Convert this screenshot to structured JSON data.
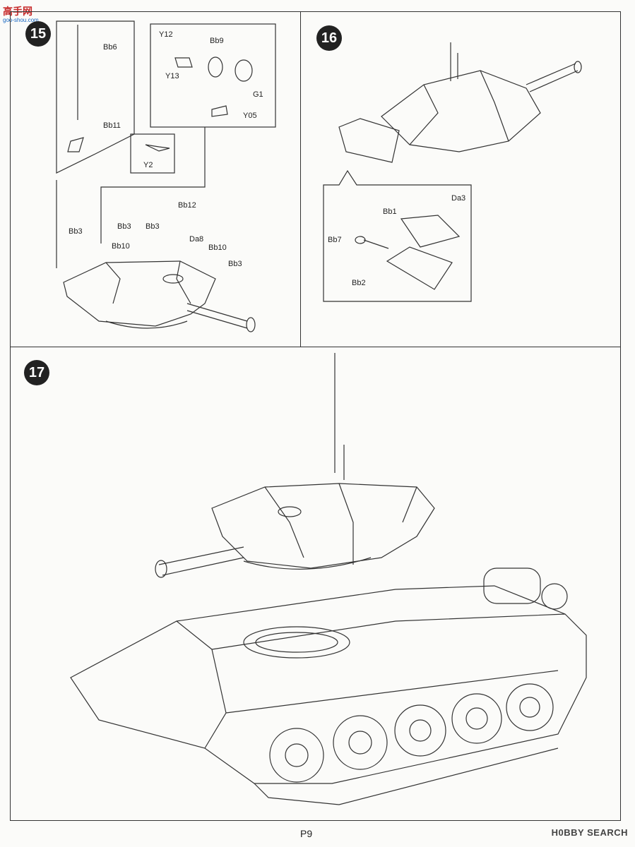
{
  "watermark": {
    "logo": "高手网",
    "url": "goo-shou.com"
  },
  "steps": {
    "s15": {
      "number": "15",
      "callouts": [
        "Bb6",
        "Bb11",
        "Y2",
        "Y12",
        "Bb9",
        "Y13",
        "G1",
        "Y05",
        "Bb12",
        "Bb3",
        "Bb3",
        "Bb3",
        "Bb10",
        "Da8",
        "Bb10",
        "Bb3"
      ]
    },
    "s16": {
      "number": "16",
      "callouts": [
        "Da3",
        "Bb1",
        "Bb7",
        "Bb2"
      ]
    },
    "s17": {
      "number": "17"
    }
  },
  "footer": {
    "page": "P9",
    "brand": "H0BBY SEARCH"
  }
}
